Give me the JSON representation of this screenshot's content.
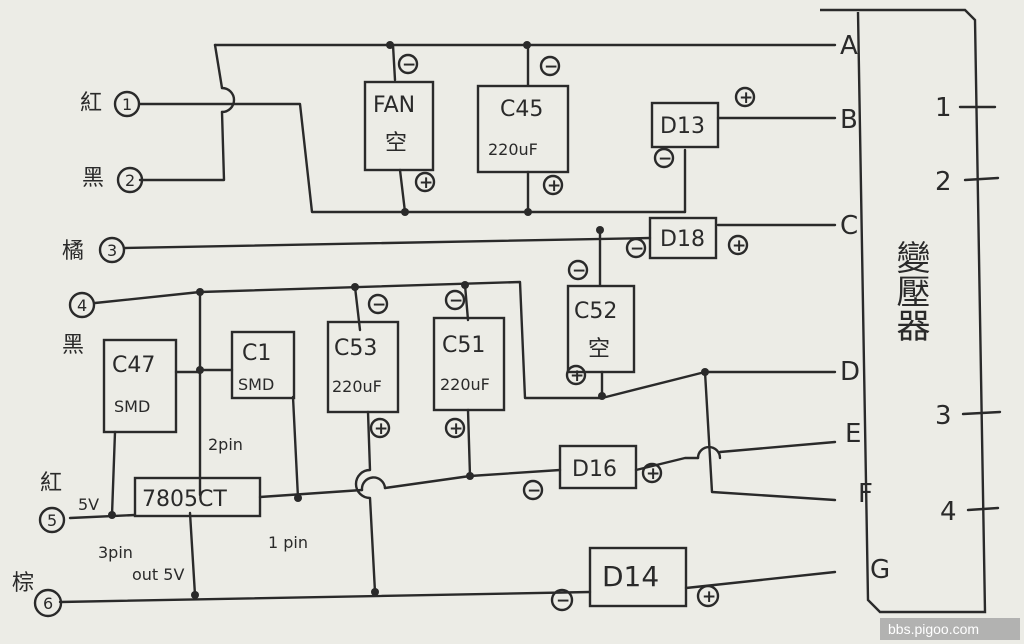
{
  "transformer": {
    "label": "變壓器",
    "pins_left": [
      "A",
      "B",
      "C",
      "D",
      "E",
      "F",
      "G"
    ],
    "pins_right": [
      "1",
      "2",
      "3",
      "4"
    ]
  },
  "connectors": [
    {
      "color": "紅",
      "number": "1"
    },
    {
      "color": "黑",
      "number": "2"
    },
    {
      "color": "橘",
      "number": "3"
    },
    {
      "color": "黑",
      "number": "4"
    },
    {
      "color": "紅",
      "number": "5"
    },
    {
      "color": "棕",
      "number": "6"
    }
  ],
  "components": {
    "fan": {
      "line1": "FAN",
      "line2": "空"
    },
    "c45": {
      "name": "C45",
      "value": "220uF"
    },
    "d13": {
      "name": "D13"
    },
    "d18": {
      "name": "D18"
    },
    "c52": {
      "name": "C52",
      "value": "空"
    },
    "c47": {
      "name": "C47",
      "value": "SMD"
    },
    "c1": {
      "name": "C1",
      "value": "SMD"
    },
    "c53": {
      "name": "C53",
      "value": "220uF"
    },
    "c51": {
      "name": "C51",
      "value": "220uF"
    },
    "reg": {
      "name": "7805CT"
    },
    "d16": {
      "name": "D16"
    },
    "d14": {
      "name": "D14"
    }
  },
  "notes": {
    "two_pin": "2pin",
    "one_pin": "1 pin",
    "three_pin": "3pin",
    "out": "out 5V",
    "five_v": "5V"
  },
  "signs": {
    "plus": "+",
    "minus": "−"
  },
  "watermark": "bbs.pigoo.com"
}
